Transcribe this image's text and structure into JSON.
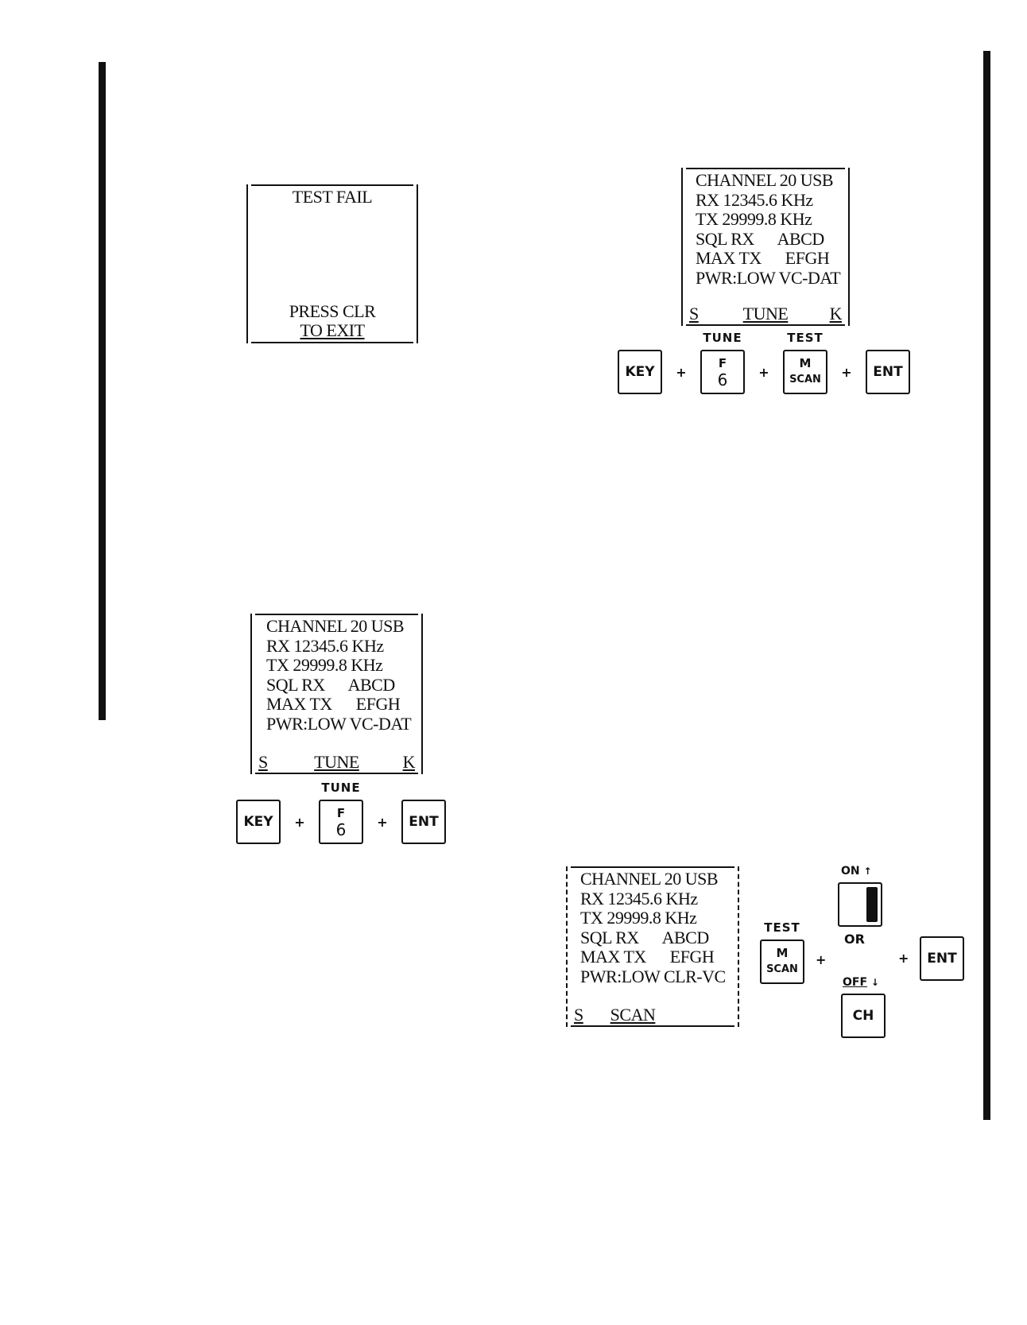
{
  "test_fail_display": {
    "title": "TEST FAIL",
    "footer_line1": "PRESS CLR",
    "footer_line2": "TO EXIT"
  },
  "tune_display_top": {
    "lines": [
      "CHANNEL 20 USB",
      "RX 12345.6 KHz",
      "TX 29999.8 KHz",
      "SQL RX      ABCD",
      "MAX TX      EFGH",
      "PWR:LOW VC-DAT"
    ],
    "footer_left": "S",
    "footer_mid": "TUNE",
    "footer_right": "K"
  },
  "tune_display_bottom": {
    "lines": [
      "CHANNEL 20 USB",
      "RX 12345.6 KHz",
      "TX 29999.8 KHz",
      "SQL RX      ABCD",
      "MAX TX      EFGH",
      "PWR:LOW VC-DAT"
    ],
    "footer_left": "S",
    "footer_mid": "TUNE",
    "footer_right": "K"
  },
  "scan_display": {
    "lines": [
      "CHANNEL 20 USB",
      "RX 12345.6 KHz",
      "TX 29999.8 KHz",
      "SQL RX      ABCD",
      "MAX TX      EFGH",
      "PWR:LOW CLR-VC"
    ],
    "footer_left": "S",
    "footer_mid": "SCAN"
  },
  "keys": {
    "key": "KEY",
    "plus": "+",
    "tune_legend": "TUNE",
    "f_top": "F",
    "f_bottom": "6",
    "test_legend": "TEST",
    "m_top": "M",
    "m_bottom": "SCAN",
    "ent": "ENT",
    "on_label": "ON",
    "or_label": "OR",
    "off_label": "OFF",
    "ch": "CH"
  }
}
